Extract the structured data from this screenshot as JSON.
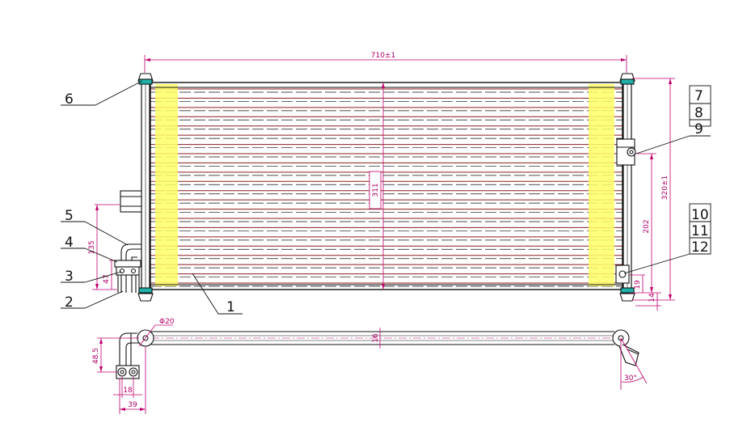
{
  "colors": {
    "outline": "#111111",
    "dimension": "#c0006f",
    "tube": "#8a1e1e",
    "fin": "#ffff66",
    "accent": "#20b2aa"
  },
  "dimensions": {
    "overall_width": "710±1",
    "overall_height": "320±1",
    "core_height": "311",
    "right_202": "202",
    "right_19": "19",
    "right_14": "14",
    "left_135": "135",
    "left_47": "47",
    "bottom_phi20": "Φ20",
    "bottom_16": "16",
    "bottom_48_5": "48.5",
    "bottom_18": "18",
    "bottom_39": "39",
    "bottom_30deg": "30°"
  },
  "callouts": {
    "c1": "1",
    "c2": "2",
    "c3": "3",
    "c4": "4",
    "c5": "5",
    "c6": "6",
    "c7": "7",
    "c8": "8",
    "c9": "9",
    "c10": "10",
    "c11": "11",
    "c12": "12"
  }
}
